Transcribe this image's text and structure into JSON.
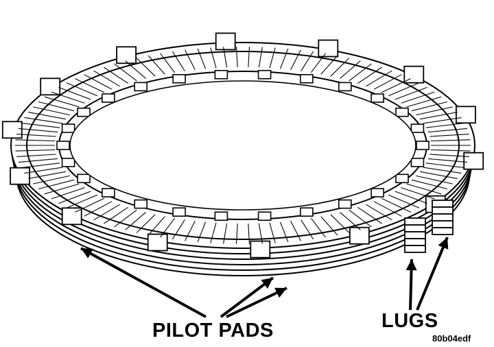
{
  "labels": {
    "pilot_pads": "PILOT PADS",
    "lugs": "LUGS",
    "figure_code": "80b04edf"
  },
  "diagram": {
    "subject": "stacked clutch plates with lugs and pilot pads",
    "colors": {
      "ink": "#000000",
      "paper": "#ffffff"
    }
  }
}
